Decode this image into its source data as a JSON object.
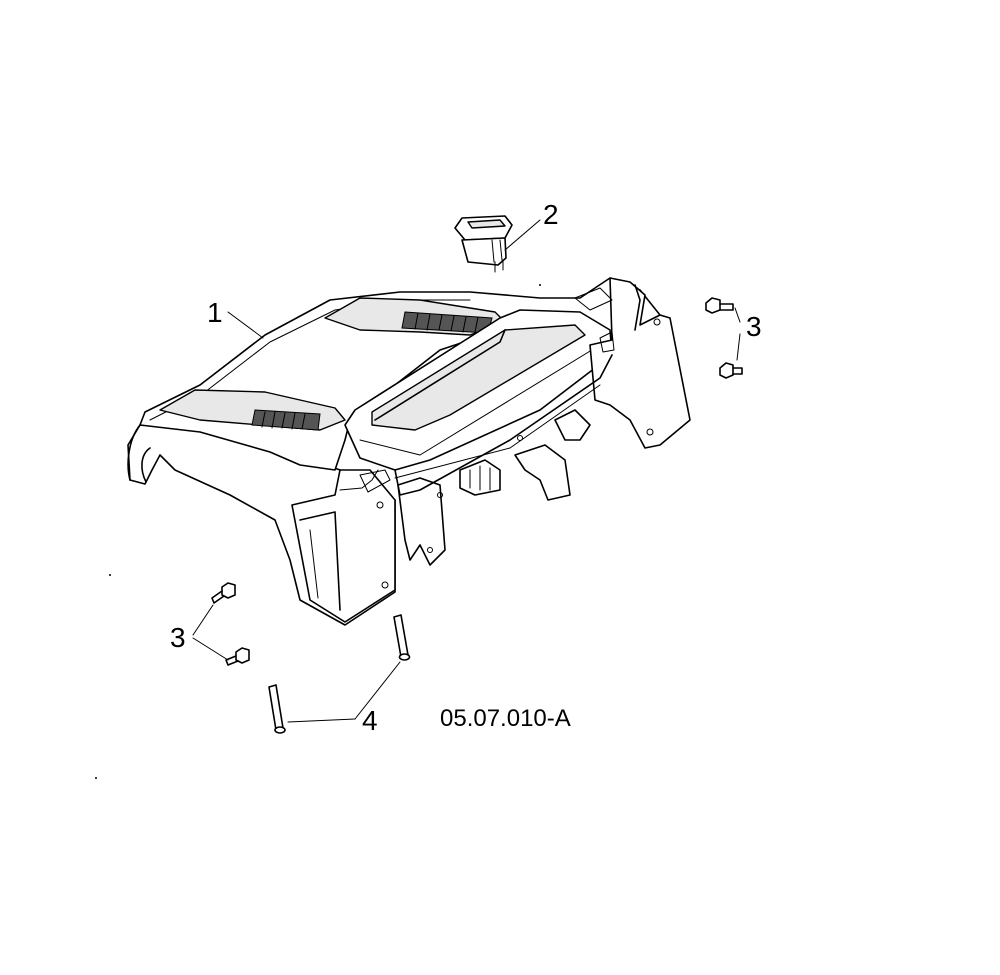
{
  "diagram": {
    "callouts": {
      "part_1": "1",
      "part_2": "2",
      "part_3_right": "3",
      "part_3_left": "3",
      "part_4": "4"
    },
    "drawing_code": "05.07.010-A"
  }
}
